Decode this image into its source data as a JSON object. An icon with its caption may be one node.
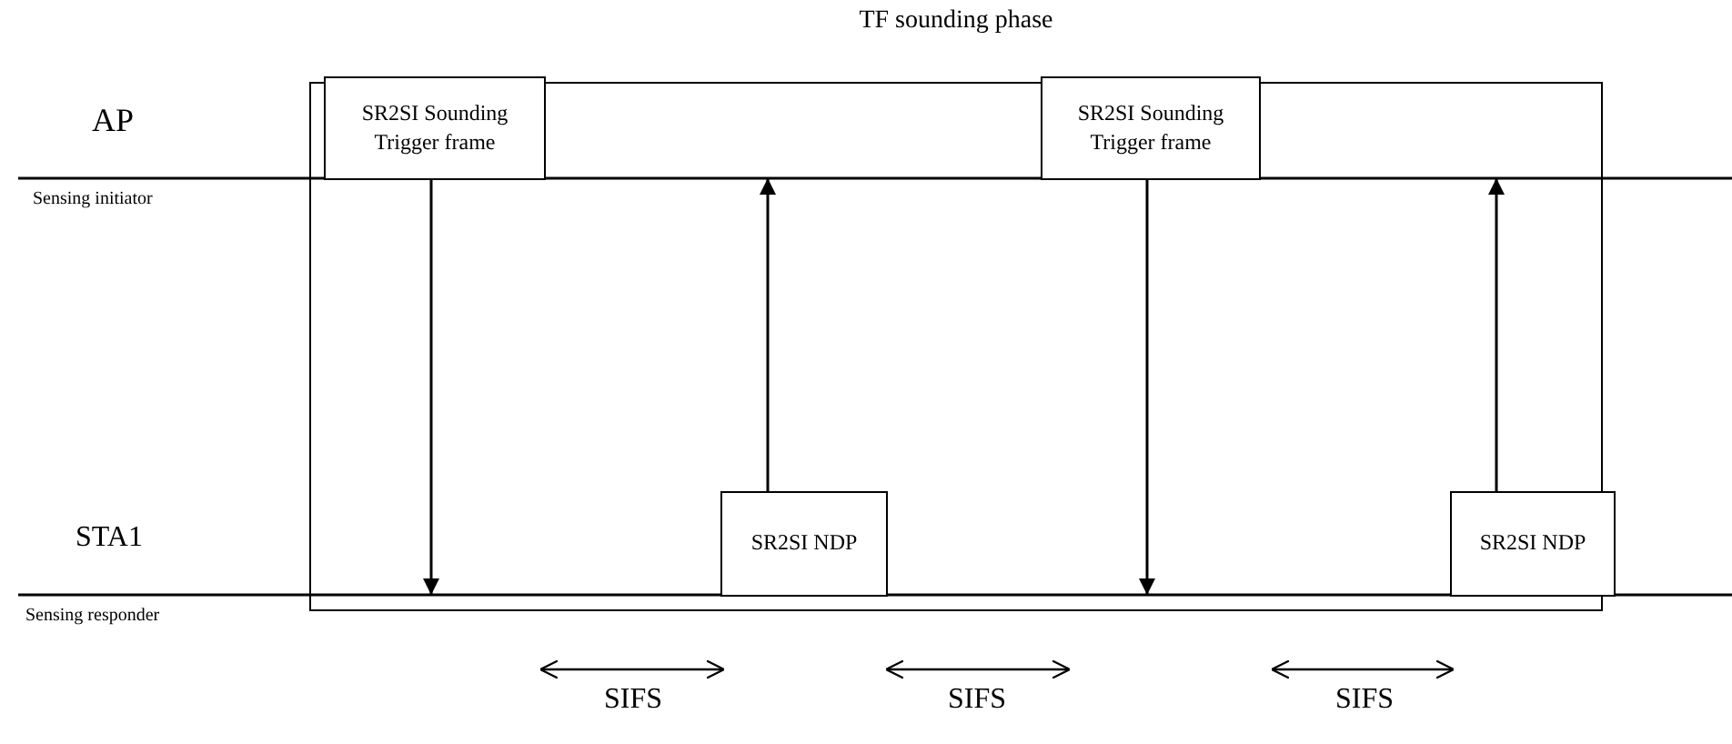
{
  "diagram": {
    "nodes": [
      {
        "text": [
          "TF sounding phase"
        ]
      },
      {
        "text": [
          "SR2SI Sounding Trigger frame"
        ],
        "in": 0
      },
      {
        "text": [
          "SR2SI NDP"
        ],
        "in": 0
      },
      {
        "text": [
          "SR2SI Sounding Trigger frame"
        ],
        "in": 0
      },
      {
        "text": [
          "SR2SI NDP"
        ],
        "in": 0
      }
    ],
    "edges": [
      {
        "from": 1,
        "to": null,
        "arrow": "to"
      },
      {
        "from": 2,
        "to": null,
        "arrow": "to"
      },
      {
        "from": 3,
        "to": null,
        "arrow": "to"
      },
      {
        "from": 4,
        "to": null,
        "arrow": "to"
      }
    ],
    "labels": [
      "AP",
      "Sensing initiator",
      "STA1",
      "Sensing responder",
      "SIFS",
      "SIFS",
      "SIFS"
    ]
  }
}
